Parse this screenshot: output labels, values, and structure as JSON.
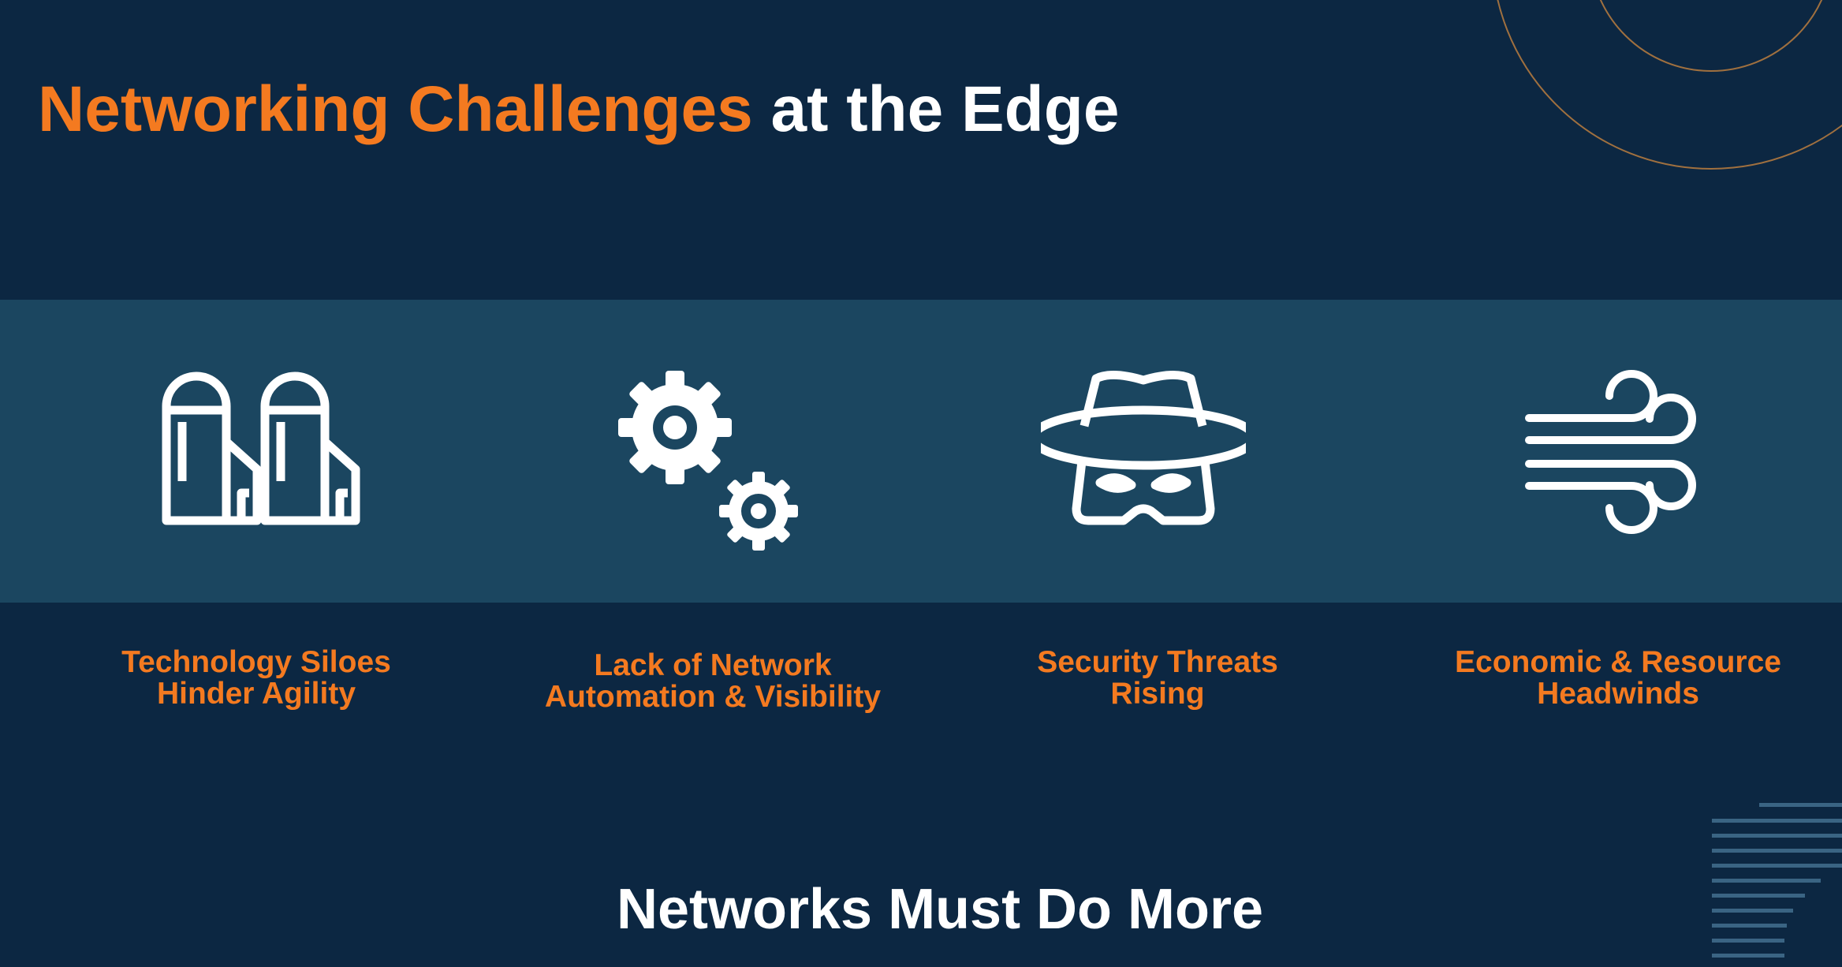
{
  "title": {
    "highlight": "Networking Challenges",
    "rest": " at the Edge"
  },
  "challenges": [
    {
      "icon": "silos-icon",
      "line1": "Technology Siloes",
      "line2": "Hinder Agility"
    },
    {
      "icon": "gears-icon",
      "line1": "Lack of Network",
      "line2": "Automation & Visibility"
    },
    {
      "icon": "spy-icon",
      "line1": "Security Threats",
      "line2": "Rising"
    },
    {
      "icon": "wind-icon",
      "line1": "Economic & Resource",
      "line2": "Headwinds"
    }
  ],
  "tagline": "Networks Must Do More",
  "colors": {
    "background": "#0c2742",
    "band": "#1b4660",
    "accent": "#f47a20"
  }
}
